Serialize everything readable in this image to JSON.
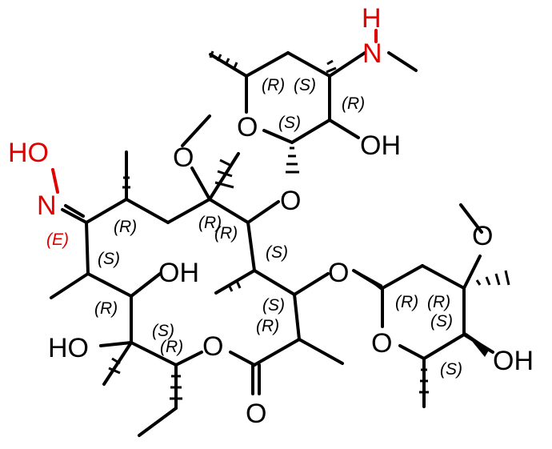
{
  "atoms": {
    "nh_h": "H",
    "nh_n": "N",
    "oxime_ho": "HO",
    "oxime_n": "N",
    "o_methoxy_top": "O",
    "o_sugar1_ring": "O",
    "oh_sugar1": "OH",
    "o_glycosidic1": "O",
    "oh_c6": "OH",
    "ho_c12": "HO",
    "o_lactone": "O",
    "o_carbonyl": "O",
    "o_glycosidic2": "O",
    "o_methoxy_right": "O",
    "o_sugar2_ring": "O",
    "oh_sugar2": "OH"
  },
  "stereo_labels": {
    "s1": "(R)",
    "s2": "(S)",
    "s3": "(R)",
    "s4": "(S)",
    "s5": "(E)",
    "s6": "(R)",
    "s7": "(R)",
    "s8": "(R)",
    "s9": "(S)",
    "s10": "(S)",
    "s11": "(R)",
    "s12": "(S)",
    "s13": "(R)",
    "s14": "(S)",
    "s15": "(R)",
    "s16": "(R)",
    "s17": "(R)",
    "s18": "(S)",
    "s19": "(S)"
  },
  "colors": {
    "bond": "#000000",
    "heteroatom_highlight": "#e00000"
  }
}
